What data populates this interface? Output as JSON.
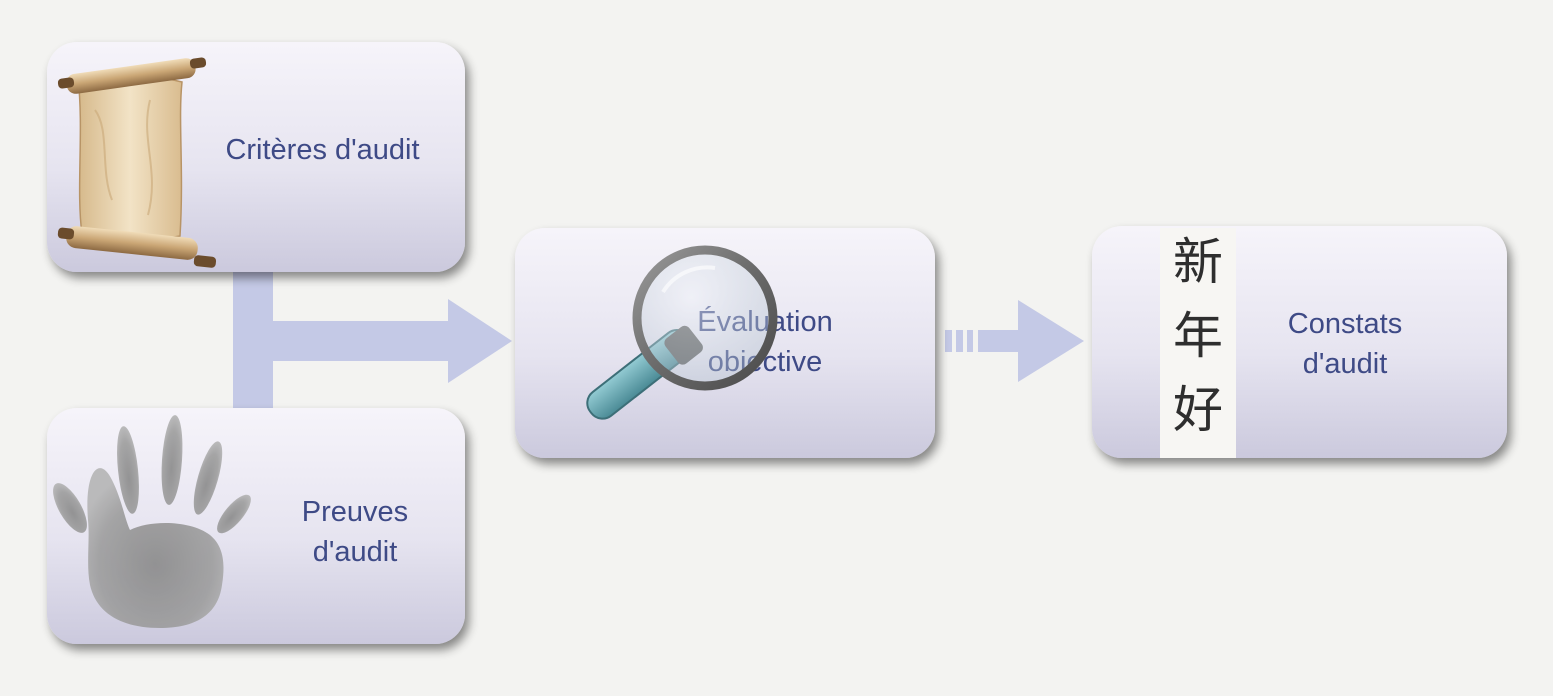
{
  "diagram": {
    "nodes": {
      "criteria": {
        "label": "Critères d'audit",
        "image": "scroll-parchment-icon"
      },
      "evidence": {
        "line1": "Preuves",
        "line2": "d'audit",
        "image": "handprint-icon"
      },
      "evaluation": {
        "line1": "Évaluation",
        "line2": "objective",
        "image": "magnifying-glass-icon"
      },
      "findings": {
        "line1": "Constats",
        "line2": "d'audit",
        "image": "chinese-calligraphy",
        "calligraphy": "新年好"
      }
    },
    "edges": [
      {
        "from": [
          "criteria",
          "evidence"
        ],
        "to": "evaluation"
      },
      {
        "from": "evaluation",
        "to": "findings"
      }
    ]
  },
  "colors": {
    "background": "#f3f3f1",
    "box_top": "#f4f2f8",
    "box_bottom": "#cfcde0",
    "text": "#3e4a86",
    "arrow": "#c4c9e6"
  }
}
